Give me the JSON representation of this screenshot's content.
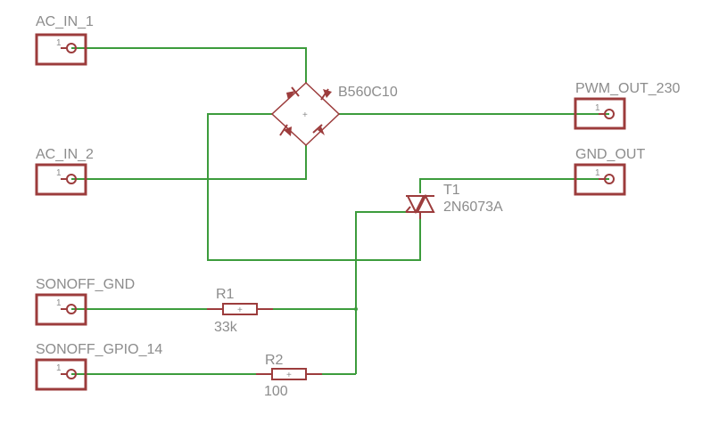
{
  "connectors": [
    {
      "name": "AC_IN_1",
      "pin": "1"
    },
    {
      "name": "AC_IN_2",
      "pin": "1"
    },
    {
      "name": "SONOFF_GND",
      "pin": "1"
    },
    {
      "name": "SONOFF_GPIO_14",
      "pin": "1"
    },
    {
      "name": "PWM_OUT_230",
      "pin": "1"
    },
    {
      "name": "GND_OUT",
      "pin": "1"
    }
  ],
  "bridge": {
    "name": "B560C10",
    "plus": "+"
  },
  "triac": {
    "name": "T1",
    "value": "2N6073A"
  },
  "resistors": [
    {
      "name": "R1",
      "value": "33k",
      "plus": "+"
    },
    {
      "name": "R2",
      "value": "100",
      "plus": "+"
    }
  ],
  "colors": {
    "wire": "#3c9c3c",
    "part": "#9c3c3c",
    "label": "#8c8c8c"
  }
}
